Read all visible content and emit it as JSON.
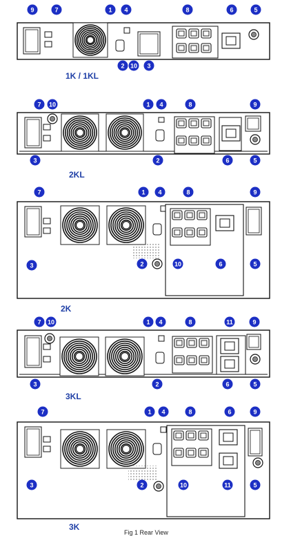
{
  "figure": {
    "label_color": "#1f3fa6",
    "badge_color": "#1c2fc4",
    "footer_caption": "Fig 1 Rear View",
    "panels": [
      {
        "id": "1k",
        "caption": "1K / 1KL",
        "fans": 1,
        "receptacles": 6,
        "badges": [
          "9",
          "7",
          "1",
          "4",
          "8",
          "6",
          "5",
          "2",
          "10",
          "3"
        ]
      },
      {
        "id": "2kl",
        "caption": "2KL",
        "fans": 2,
        "receptacles": 6,
        "badges": [
          "7",
          "10",
          "1",
          "4",
          "8",
          "9",
          "3",
          "2",
          "6",
          "5"
        ]
      },
      {
        "id": "2k",
        "caption": "2K",
        "fans": 2,
        "receptacles": 6,
        "badges": [
          "7",
          "1",
          "4",
          "8",
          "9",
          "3",
          "2",
          "10",
          "6",
          "5"
        ]
      },
      {
        "id": "3kl",
        "caption": "3KL",
        "fans": 2,
        "receptacles": 6,
        "badges": [
          "7",
          "10",
          "1",
          "4",
          "8",
          "11",
          "9",
          "3",
          "2",
          "6",
          "5"
        ]
      },
      {
        "id": "3k",
        "caption": "3K",
        "fans": 2,
        "receptacles": 6,
        "badges": [
          "7",
          "1",
          "4",
          "8",
          "6",
          "9",
          "3",
          "2",
          "10",
          "11",
          "5"
        ]
      }
    ]
  }
}
